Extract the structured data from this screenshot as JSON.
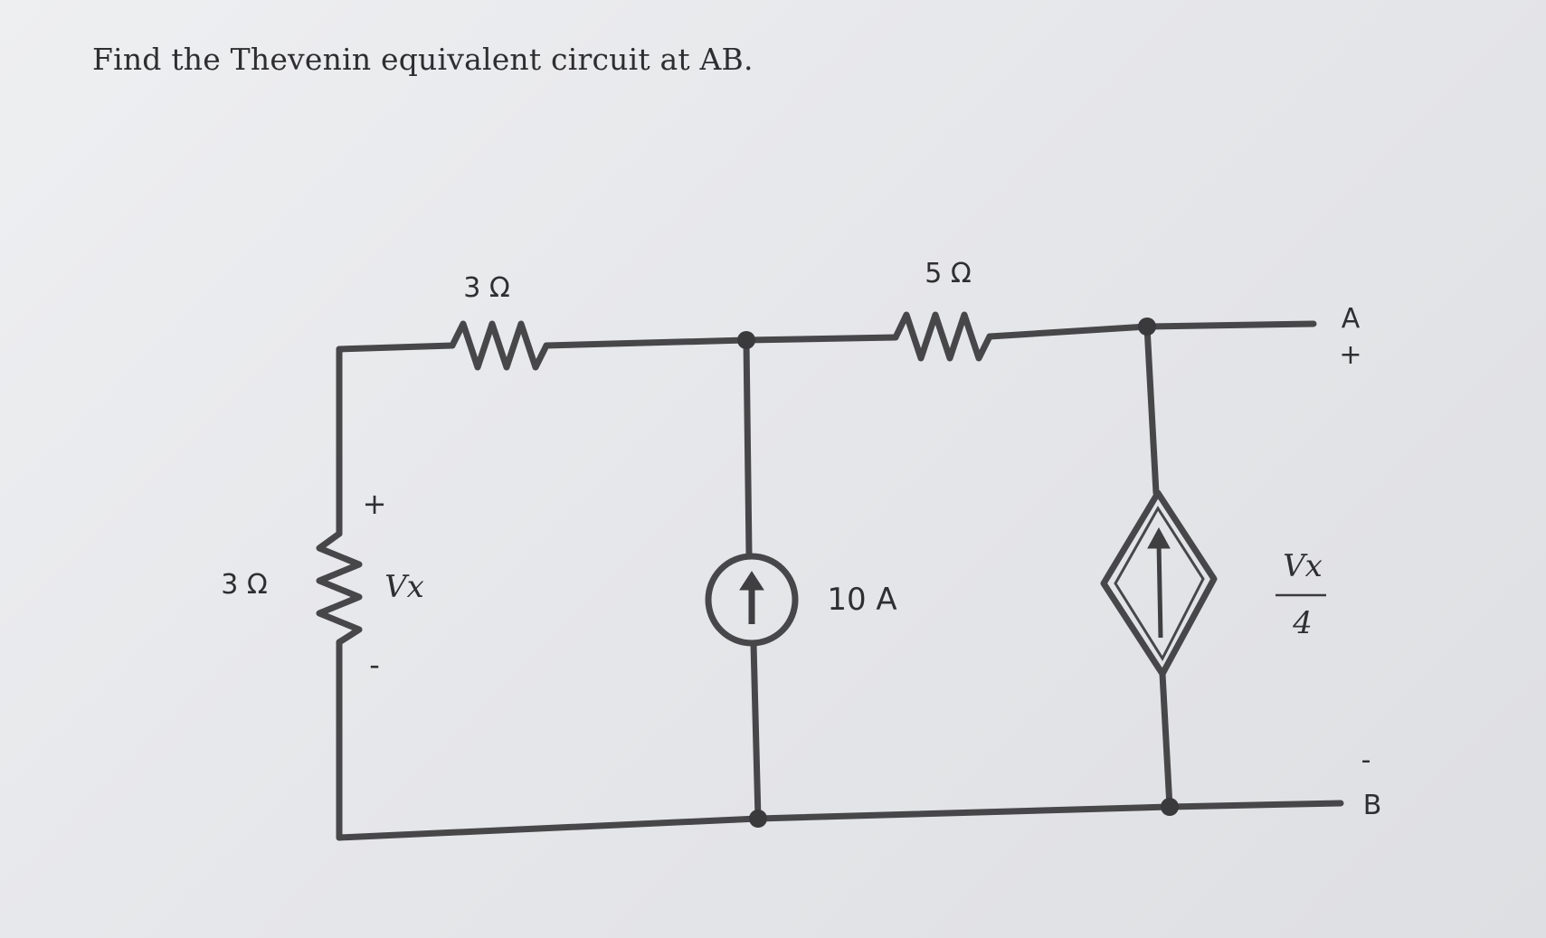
{
  "question": {
    "text": "Find the Thevenin equivalent circuit at AB."
  },
  "diagram": {
    "resistor_top_left_label": "3 Ω",
    "resistor_top_right_label": "5 Ω",
    "resistor_left_label": "3 Ω",
    "vx_plus": "+",
    "vx_label": "Vx",
    "vx_minus": "-",
    "current_source_label": "10 A",
    "dependent_source_numerator": "Vx",
    "dependent_source_denominator": "4",
    "terminal_a_label": "A",
    "terminal_a_sign": "+",
    "terminal_b_sign": "-",
    "terminal_b_label": "B"
  },
  "colors": {
    "wire": "#474749",
    "paper": "#e9eaec",
    "text": "#2e2e30"
  }
}
